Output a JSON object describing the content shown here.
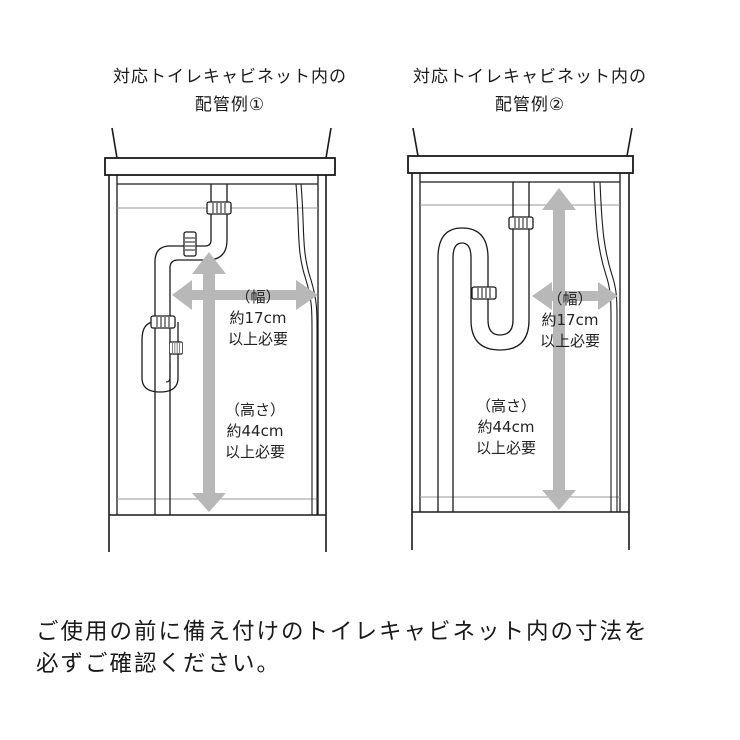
{
  "diagrams": [
    {
      "id": "example-1",
      "title_line1": "対応トイレキャビネット内の",
      "title_line2": "配管例①",
      "pipe_type": "offset-elbow-trap",
      "width_label": {
        "paren": "（幅）",
        "value": "約17cm",
        "requirement": "以上必要"
      },
      "height_label": {
        "paren": "（高さ）",
        "value": "約44cm",
        "requirement": "以上必要"
      }
    },
    {
      "id": "example-2",
      "title_line1": "対応トイレキャビネット内の",
      "title_line2": "配管例②",
      "pipe_type": "s-trap",
      "width_label": {
        "paren": "（幅）",
        "value": "約17cm",
        "requirement": "以上必要"
      },
      "height_label": {
        "paren": "（高さ）",
        "value": "約44cm",
        "requirement": "以上必要"
      }
    }
  ],
  "note": {
    "line1": "ご使用の前に備え付けのトイレキャビネット内の寸法を",
    "line2": "必ずご確認ください。"
  },
  "colors": {
    "line": "#1a1a1a",
    "arrow": "#b8b8b8",
    "shelf_line": "#9a9a9a",
    "background": "#ffffff"
  }
}
